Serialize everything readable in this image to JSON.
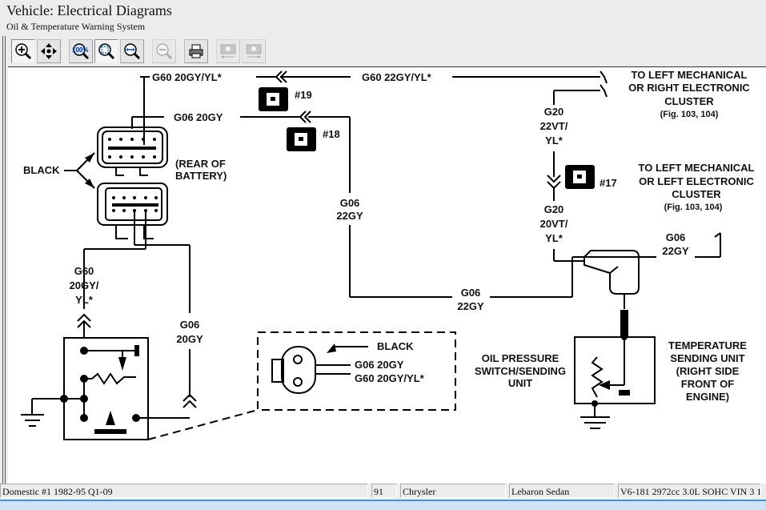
{
  "header": {
    "title": "Vehicle:  Electrical Diagrams",
    "subtitle": "Oil & Temperature Warning System"
  },
  "toolbar": {
    "buttons": [
      {
        "name": "zoom-in",
        "icon": "magnifier-plus-icon",
        "state": "active"
      },
      {
        "name": "pan",
        "icon": "pan-arrows-icon",
        "state": "normal"
      },
      {
        "name": "zoom-100",
        "icon": "magnifier-100-icon",
        "state": "normal",
        "label": "100%"
      },
      {
        "name": "zoom-fit",
        "icon": "magnifier-fit-icon",
        "state": "active"
      },
      {
        "name": "zoom-width",
        "icon": "magnifier-width-icon",
        "state": "normal"
      },
      {
        "name": "zoom-out",
        "icon": "magnifier-minus-icon",
        "state": "disabled"
      },
      {
        "name": "print",
        "icon": "printer-icon",
        "state": "normal"
      },
      {
        "name": "previous",
        "icon": "camera-back-icon",
        "state": "disabled"
      },
      {
        "name": "next",
        "icon": "camera-forward-icon",
        "state": "disabled"
      }
    ]
  },
  "diagram": {
    "wire_top_left": "G60 20GY/YL*",
    "wire_top_right": "G60 22GY/YL*",
    "wire_g06_top": "G06 20GY",
    "connector_19": "#19",
    "connector_18": "#18",
    "connector_17": "#17",
    "black_label": "BLACK",
    "rear_of_battery_1": "(REAR OF",
    "rear_of_battery_2": "BATTERY)",
    "g06_22gy_vert_1": "G06",
    "g06_22gy_vert_2": "22GY",
    "g06_22gy_bottom_1": "G06",
    "g06_22gy_bottom_2": "22GY",
    "g06_22gy_right_1": "G06",
    "g06_22gy_right_2": "22GY",
    "g60_left_1": "G60",
    "g60_left_2": "20GY/",
    "g60_left_3": "YL*",
    "g06_left_1": "G06",
    "g06_left_2": "20GY",
    "g20_top_1": "G20",
    "g20_top_2": "22VT/",
    "g20_top_3": "YL*",
    "g20_bot_1": "G20",
    "g20_bot_2": "20VT/",
    "g20_bot_3": "YL*",
    "cluster1_1": "TO LEFT MECHANICAL",
    "cluster1_2": "OR RIGHT ELECTRONIC",
    "cluster1_3": "CLUSTER",
    "cluster1_4": "(Fig. 103, 104)",
    "cluster2_1": "TO LEFT MECHANICAL",
    "cluster2_2": "OR LEFT ELECTRONIC",
    "cluster2_3": "CLUSTER",
    "cluster2_4": "(Fig. 103, 104)",
    "inset_black": "BLACK",
    "inset_g06": "G06 20GY",
    "inset_g60": "G60 20GY/YL*",
    "oil_1": "OIL PRESSURE",
    "oil_2": "SWITCH/SENDING",
    "oil_3": "UNIT",
    "temp_1": "TEMPERATURE",
    "temp_2": "SENDING UNIT",
    "temp_3": "(RIGHT SIDE",
    "temp_4": "FRONT OF",
    "temp_5": "ENGINE)"
  },
  "status": {
    "document": "Domestic #1 1982-95 Q1-09",
    "year": "91",
    "make": "Chrysler",
    "model": "Lebaron Sedan",
    "engine": "V6-181 2972cc 3.0L SOHC VIN 3 1"
  }
}
